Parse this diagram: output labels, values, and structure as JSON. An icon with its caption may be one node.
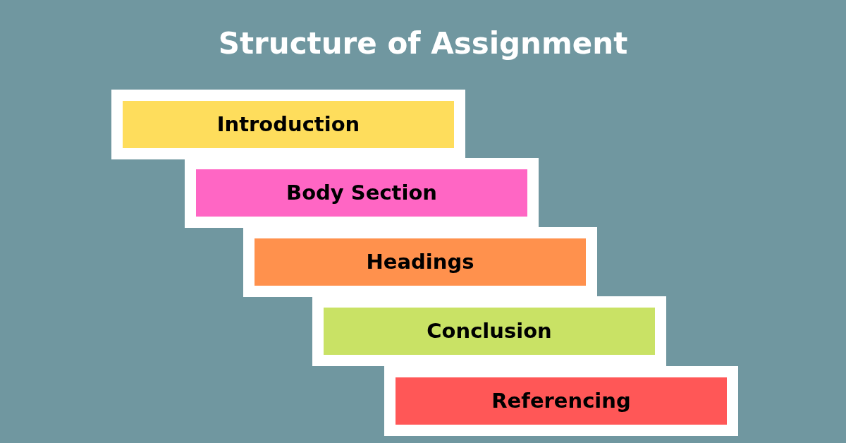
{
  "diagram": {
    "title": "Structure of Assignment",
    "nodes": [
      {
        "text": [
          "Introduction"
        ]
      },
      {
        "text": [
          "Body Section"
        ]
      },
      {
        "text": [
          "Headings"
        ]
      },
      {
        "text": [
          "Conclusion"
        ]
      },
      {
        "text": [
          "Referencing"
        ]
      }
    ]
  }
}
